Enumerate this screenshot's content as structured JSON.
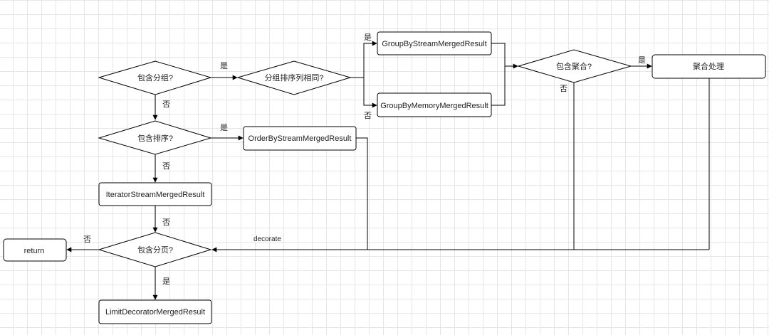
{
  "diagram": {
    "decisions": {
      "has_group": "包含分组?",
      "group_sort_same": "分组排序列相同?",
      "has_aggregation": "包含聚合?",
      "has_sort": "包含排序?",
      "has_paging": "包含分页?"
    },
    "processes": {
      "group_by_stream": "GroupByStreamMergedResult",
      "group_by_memory": "GroupByMemoryMergedResult",
      "aggregation_processing": "聚合处理",
      "order_by_stream": "OrderByStreamMergedResult",
      "iterator_stream": "IteratorStreamMergedResult",
      "return": "return",
      "limit_decorator": "LimitDecoratorMergedResult"
    },
    "edge_labels": {
      "yes": "是",
      "no": "否",
      "decorate": "decorate"
    }
  }
}
